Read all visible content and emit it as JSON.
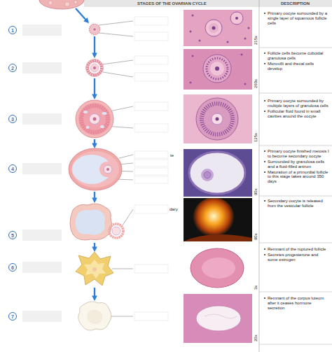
{
  "diagram": {
    "nodes": [
      {
        "text": [
          "1"
        ]
      },
      {
        "text": [
          "Primary oocyte surrounded by a single layer of squamous follicle cells"
        ]
      },
      {
        "text": [
          "2"
        ]
      },
      {
        "text": [
          "Follicle cells become cuboidal granulosa cells",
          "Microvilli and thecal cells develop"
        ]
      },
      {
        "text": [
          "3"
        ]
      },
      {
        "text": [
          "Primary oocyte surrounded by multiple layers of granulosa cells",
          "Follicular fluid found in small cavities around the oocyte"
        ]
      },
      {
        "text": [
          "4"
        ]
      },
      {
        "text": [
          "Primary oocyte finished meiosis I to become secondary oocyte",
          "Surrounded by granulosa cells and a fluid-filled antrum",
          "Maturation of a primordial follicle to this stage takes around 350 days"
        ]
      },
      {
        "text": [
          "5"
        ]
      },
      {
        "text": [
          "Secondary oocyte is released from the vesicular follicle"
        ]
      },
      {
        "text": [
          "6"
        ]
      },
      {
        "text": [
          "Remnant of the ruptured follicle",
          "Secretes progesterone and some estrogen"
        ]
      },
      {
        "text": [
          "7"
        ]
      },
      {
        "text": [
          "Remnant of the corpus luteum after it ceases hormone secretion"
        ]
      }
    ],
    "labels": [
      "STAGES OF THE OVARIAN CYCLE",
      "DESCRIPTION",
      "215x",
      "260x",
      "125x",
      "te",
      "90x",
      "dary",
      "90x",
      "3x",
      "20x"
    ]
  }
}
